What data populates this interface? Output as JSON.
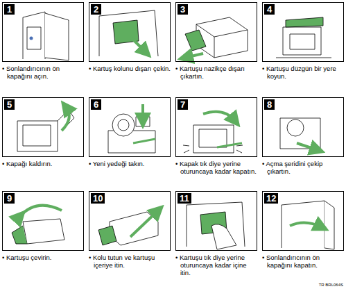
{
  "diagram": {
    "nodes": [
      {
        "text": [
          "1",
          "• Sonlandırıcının ön kapağını açın."
        ]
      },
      {
        "text": [
          "2",
          "• Kartuş kolunu dışarı çekin."
        ]
      },
      {
        "text": [
          "3",
          "• Kartuşu nazikçe dışarı çıkartın."
        ]
      },
      {
        "text": [
          "4",
          "• Kartuşu düzgün bir yere koyun."
        ]
      },
      {
        "text": [
          "5",
          "• Kapağı kaldırın."
        ]
      },
      {
        "text": [
          "6",
          "• Yeni yedeği takın."
        ]
      },
      {
        "text": [
          "7",
          "• Kapak tık diye yerine oturuncaya kadar kapatın."
        ]
      },
      {
        "text": [
          "8",
          "• Açma şeridini çekip çıkartın."
        ]
      },
      {
        "text": [
          "9",
          "• Kartuşu çevirin."
        ]
      },
      {
        "text": [
          "10",
          "• Kolu tutun ve kartuşu içeriye itin."
        ]
      },
      {
        "text": [
          "11",
          "• Kartuşu tık diye yerine oturuncaya kadar içine itin."
        ]
      },
      {
        "text": [
          "12",
          "• Sonlandırıcının ön kapağını kapatın."
        ]
      }
    ],
    "labels": [
      "TR BRL064S"
    ]
  }
}
